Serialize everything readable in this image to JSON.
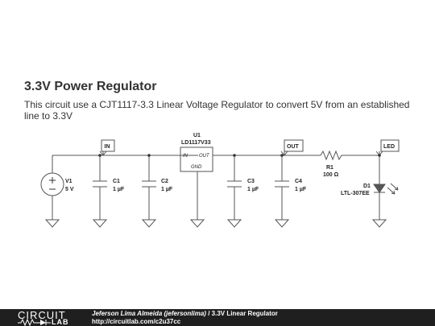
{
  "page": {
    "title": "3.3V Power Regulator",
    "description": "This circuit use a CJT1117-3.3 Linear Voltage Regulator to convert 5V from an established line to 3.3V"
  },
  "schematic": {
    "nets": {
      "in": "IN",
      "out": "OUT",
      "led": "LED"
    },
    "components": {
      "v1": {
        "ref": "V1",
        "value": "5 V"
      },
      "c1": {
        "ref": "C1",
        "value": "1 µF"
      },
      "c2": {
        "ref": "C2",
        "value": "1 µF"
      },
      "c3": {
        "ref": "C3",
        "value": "1 µF"
      },
      "c4": {
        "ref": "C4",
        "value": "1 µF"
      },
      "u1": {
        "ref": "U1",
        "part": "LD1117V33",
        "pin_in": "IN",
        "pin_out": "OUT",
        "pin_gnd": "GND"
      },
      "r1": {
        "ref": "R1",
        "value": "100 Ω"
      },
      "d1": {
        "ref": "D1",
        "part": "LTL-307EE"
      }
    },
    "colors": {
      "wire": "#555555",
      "junction": "#333333",
      "text": "#222222"
    }
  },
  "footer": {
    "logo_top": "CIRCUIT",
    "logo_bottom": "LAB",
    "author": "Jeferson Lima Almeida (jefersonlima)",
    "separator": " / ",
    "project": "3.3V Linear Regulator",
    "url": "http://circuitlab.com/c2u37cc"
  }
}
